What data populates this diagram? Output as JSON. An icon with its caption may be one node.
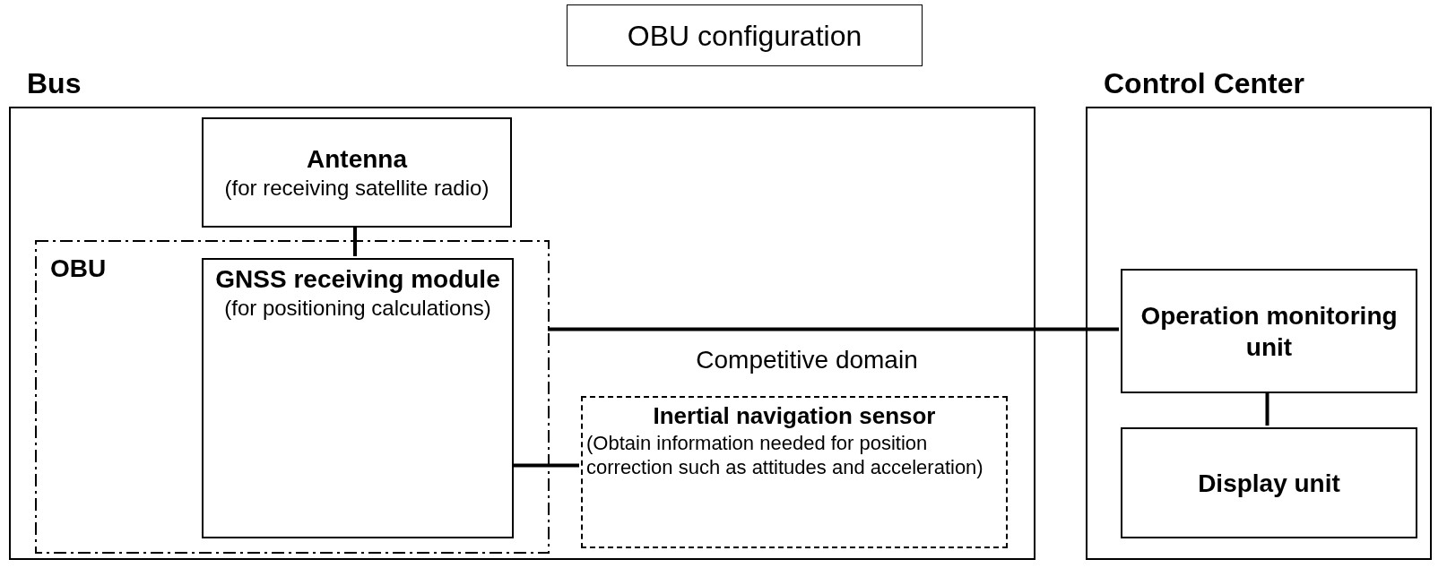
{
  "diagram": {
    "title": "OBU configuration",
    "nodes": [
      {
        "text": [
          "Bus"
        ]
      },
      {
        "text": [
          "Control Center"
        ]
      },
      {
        "text": [
          "Antenna",
          "(for receiving satellite radio)"
        ],
        "in": 0
      },
      {
        "text": [
          "OBU"
        ],
        "in": 0
      },
      {
        "text": [
          "GNSS receiving module",
          "(for positioning calculations)"
        ],
        "in": 3
      },
      {
        "text": [
          "Inertial navigation sensor",
          "(Obtain information needed for position correction such as attitudes and acceleration)"
        ],
        "in": 0
      },
      {
        "text": [
          "Operation monitoring unit"
        ],
        "in": 1
      },
      {
        "text": [
          "Display unit"
        ],
        "in": 1
      }
    ],
    "edges": [
      {
        "from": 2,
        "to": 4,
        "arrow": "none"
      },
      {
        "from": 3,
        "to": 6,
        "arrow": "none"
      },
      {
        "from": 4,
        "to": 5,
        "arrow": "none"
      },
      {
        "from": 6,
        "to": 7,
        "arrow": "none"
      }
    ],
    "labels": [
      "Competitive domain"
    ]
  }
}
